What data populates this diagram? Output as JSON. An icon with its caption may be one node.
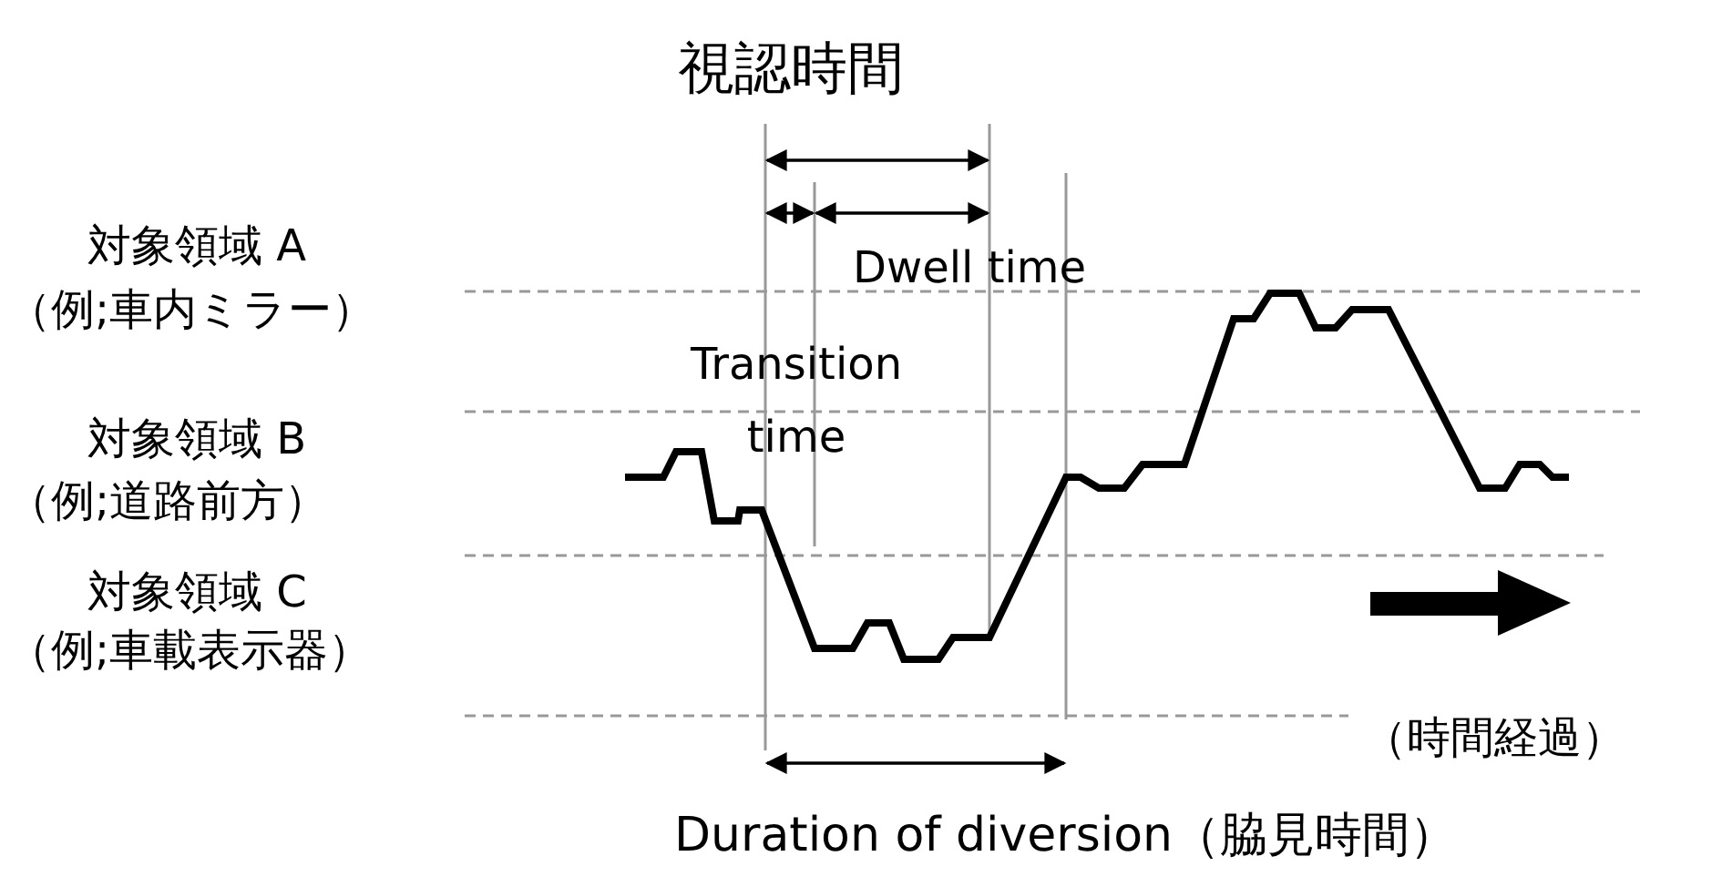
{
  "diagram": {
    "title": "視認時間",
    "labels": [
      "対象領域 A",
      "（例;車内ミラー）",
      "Dwell time",
      "Transition time",
      "対象領域 B",
      "（例;道路前方）",
      "対象領域 C",
      "（例;車載表示器）",
      "（時間経過）",
      "Duration of diversion（脇見時間）"
    ]
  }
}
